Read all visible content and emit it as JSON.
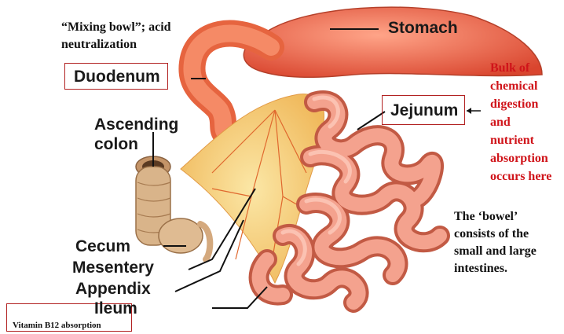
{
  "labels": {
    "stomach": "Stomach",
    "duodenum": "Duodenum",
    "jejunum": "Jejunum",
    "ascending_colon": [
      "Ascending",
      "colon"
    ],
    "cecum": "Cecum",
    "mesentery": "Mesentery",
    "appendix": "Appendix",
    "ileum": "Ileum"
  },
  "notes": {
    "duodenum": [
      "“Mixing  bowl”; acid",
      "neutralization"
    ],
    "jejunum": [
      "Bulk of",
      "chemical",
      "digestion",
      "and",
      "nutrient",
      "absorption",
      "occurs here"
    ],
    "ileum": "Vitamin B12 absorption",
    "bowel": [
      "The ‘bowel’",
      "consists of the",
      "small and large",
      "intestines."
    ]
  },
  "colors": {
    "annotation_red": "#d0141a",
    "box_border": "#b22222",
    "intestine": "#f2a090",
    "intestine_dark": "#c0503c",
    "stomach": "#ef6a4e",
    "mesentery": "#f6d37a",
    "colon": "#d9b48a"
  }
}
